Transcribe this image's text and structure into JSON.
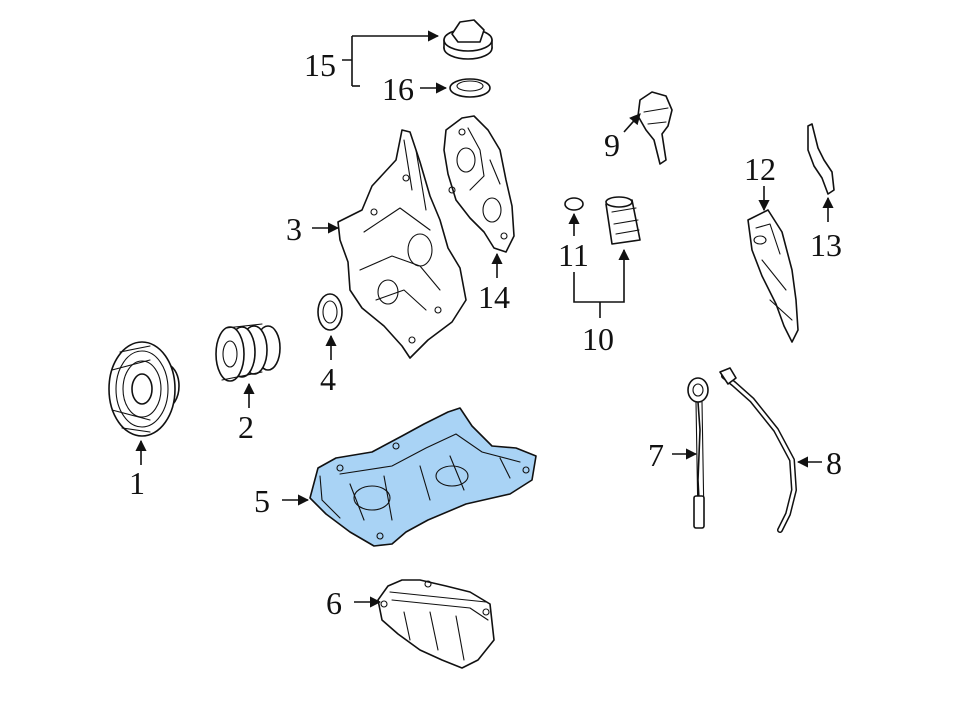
{
  "colors": {
    "highlight": "#a9d3f5",
    "line": "#111111",
    "background": "#ffffff"
  },
  "callouts": [
    {
      "id": "1",
      "label": "1"
    },
    {
      "id": "2",
      "label": "2"
    },
    {
      "id": "3",
      "label": "3"
    },
    {
      "id": "4",
      "label": "4"
    },
    {
      "id": "5",
      "label": "5"
    },
    {
      "id": "6",
      "label": "6"
    },
    {
      "id": "7",
      "label": "7"
    },
    {
      "id": "8",
      "label": "8"
    },
    {
      "id": "9",
      "label": "9"
    },
    {
      "id": "10",
      "label": "10"
    },
    {
      "id": "11",
      "label": "11"
    },
    {
      "id": "12",
      "label": "12"
    },
    {
      "id": "13",
      "label": "13"
    },
    {
      "id": "14",
      "label": "14"
    },
    {
      "id": "15",
      "label": "15"
    },
    {
      "id": "16",
      "label": "16"
    }
  ],
  "highlighted_part": "5"
}
